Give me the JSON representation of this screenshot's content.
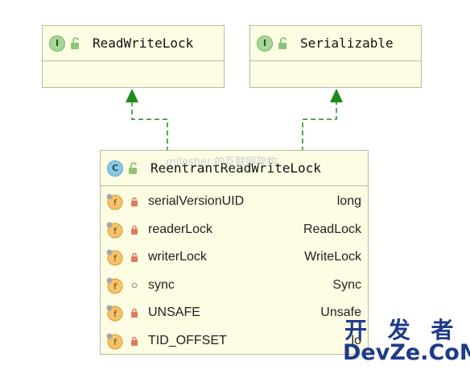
{
  "interfaces": [
    {
      "badge": "I",
      "name": "ReadWriteLock"
    },
    {
      "badge": "I",
      "name": "Serializable"
    }
  ],
  "class": {
    "badge": "C",
    "name": "ReentrantReadWriteLock",
    "fields": [
      {
        "name": "serialVersionUID",
        "type": "long",
        "visibility": "private"
      },
      {
        "name": "readerLock",
        "type": "ReadLock",
        "visibility": "private"
      },
      {
        "name": "writerLock",
        "type": "WriteLock",
        "visibility": "private"
      },
      {
        "name": "sync",
        "type": "Sync",
        "visibility": "package"
      },
      {
        "name": "UNSAFE",
        "type": "Unsafe",
        "visibility": "private"
      },
      {
        "name": "TID_OFFSET",
        "type": "lo",
        "visibility": "private"
      }
    ]
  },
  "watermark": {
    "overlay": "milosher 的互联网架构",
    "site_cn": "开 发 者",
    "site_en": "DevZe.CoM"
  },
  "colors": {
    "arrow": "#1e8a1e",
    "box_fill": "#fdfde3",
    "box_border": "#b9b99d",
    "watermark": "#1e3b8a"
  }
}
